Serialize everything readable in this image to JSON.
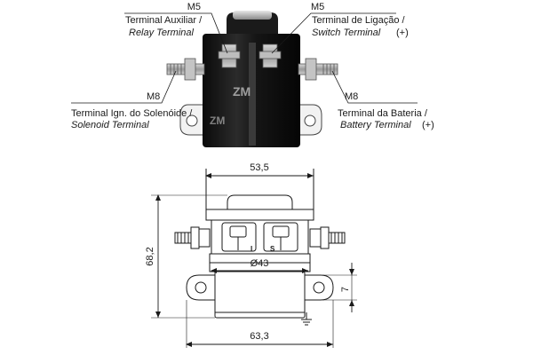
{
  "labels": {
    "relay": {
      "size": "M5",
      "pt": "Terminal Auxiliar /",
      "en": "Relay Terminal"
    },
    "switch": {
      "size": "M5",
      "pt": "Terminal de Ligação /",
      "en": "Switch Terminal",
      "polarity": "(+)"
    },
    "solenoid": {
      "size": "M8",
      "pt": "Terminal Ign. do Solenóide /",
      "en": "Solenoid Terminal"
    },
    "battery": {
      "size": "M8",
      "pt": "Terminal da Bateria /",
      "en": "Battery Terminal",
      "polarity": "(+)"
    }
  },
  "dimensions": {
    "top_width": "53,5",
    "height": "68,2",
    "diameter": "Ø43",
    "flange": "7",
    "base_width": "63,3"
  },
  "terminal_marks": {
    "left": "I",
    "right": "S"
  },
  "brand_mark": "ZM"
}
